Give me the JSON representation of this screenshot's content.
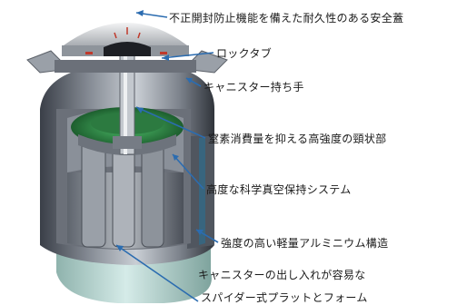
{
  "diagram": {
    "subject": "Cutaway illustration of a cryogenic dewar",
    "accent_color": "#2b6cb0",
    "labels": [
      "不正開封防止機能を備えた耐久性のある安全蓋",
      "ロックタブ",
      "キャニスター持ち手",
      "窒素消費量を抑える高強度の頸状部",
      "高度な科学真空保持システム",
      "強度の高い軽量アルミニウム構造",
      "キャニスターの出し入れが容易な",
      "スパイダー式プラットとフォーム"
    ]
  }
}
